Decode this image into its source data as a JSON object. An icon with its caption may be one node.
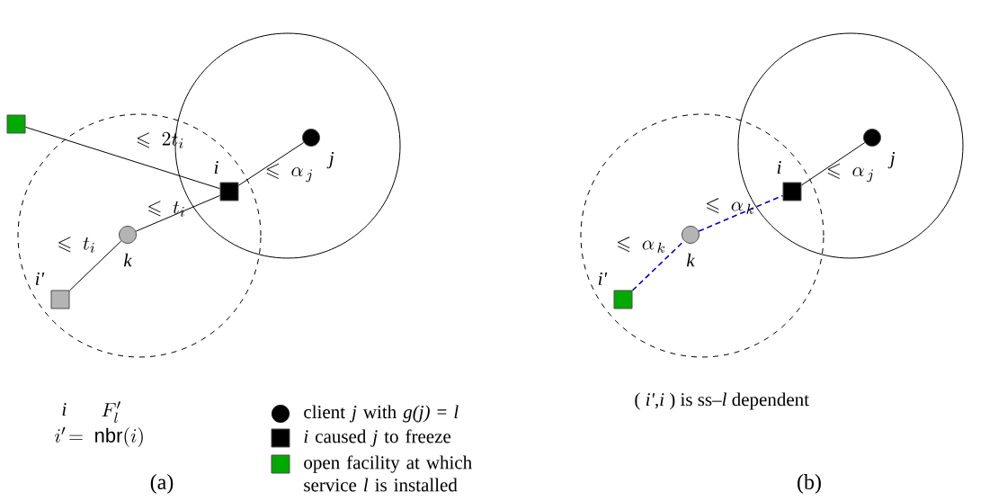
{
  "diagram": {
    "nodes": [
      {
        "text": [],
        "shape": "box"
      },
      {
        "text": [
          "i"
        ]
      },
      {
        "text": [
          "j"
        ]
      },
      {
        "text": [
          "k"
        ]
      },
      {
        "text": [
          "i'"
        ]
      },
      {
        "text": [
          "i"
        ]
      },
      {
        "text": [
          "j"
        ]
      },
      {
        "text": [
          "k"
        ]
      },
      {
        "text": [
          "i'"
        ]
      }
    ],
    "edges": [
      {
        "from": 0,
        "to": 1,
        "arrow": "none",
        "label": "\\leqslant\\ 2t_i"
      },
      {
        "from": 3,
        "to": 1,
        "arrow": "none",
        "label": "\\leqslant\\ t_i"
      },
      {
        "from": 4,
        "to": 3,
        "arrow": "none",
        "label": "\\leqslant\\ t_i"
      },
      {
        "from": 2,
        "to": 1,
        "arrow": "none",
        "label": "\\leqslant\\ \\alpha_{\\,j}"
      },
      {
        "from": 6,
        "to": 5,
        "arrow": "none",
        "label": "\\leqslant\\ \\alpha_{\\,j}"
      },
      {
        "from": 7,
        "to": 5,
        "arrow": "none",
        "label": "\\leqslant\\ \\alpha_{\\,k}",
        "style": "dashed",
        "color": "#0000cc"
      },
      {
        "from": 8,
        "to": 7,
        "arrow": "none",
        "label": "\\leqslant\\ \\alpha_{\\,k}",
        "style": "dashed",
        "color": "#0000cc"
      }
    ],
    "labels": [
      "i",
      "F'_l",
      "i'\\!=\\ \\textsf{nbr}(i)",
      "(a)",
      "( *i'*,*i* )  is ss–*l* dependent",
      "(b)"
    ],
    "legend": [
      {
        "text": "client *j* with *g(j)* = *l*"
      },
      {
        "text": "*i* caused *j* to freeze",
        "color": "#000000"
      },
      {
        "text": "open facility at which service *l* is installed",
        "color": "#00aa00"
      }
    ]
  }
}
